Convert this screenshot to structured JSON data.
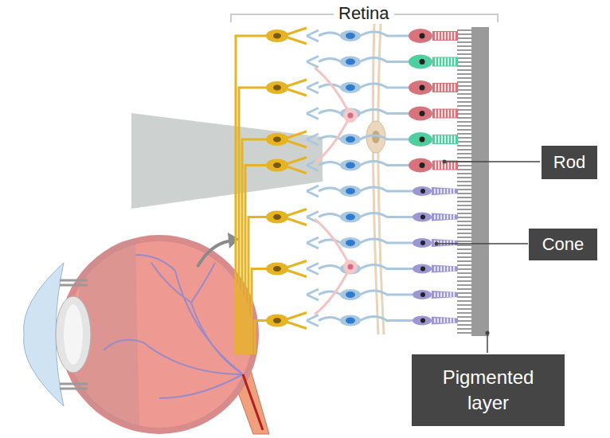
{
  "diagram": {
    "nodes": [
      {
        "text": [
          "Rod"
        ]
      },
      {
        "text": [
          "Cone"
        ]
      },
      {
        "text": [
          "Pigmented layer"
        ]
      }
    ],
    "labels": [
      "Retina"
    ]
  }
}
